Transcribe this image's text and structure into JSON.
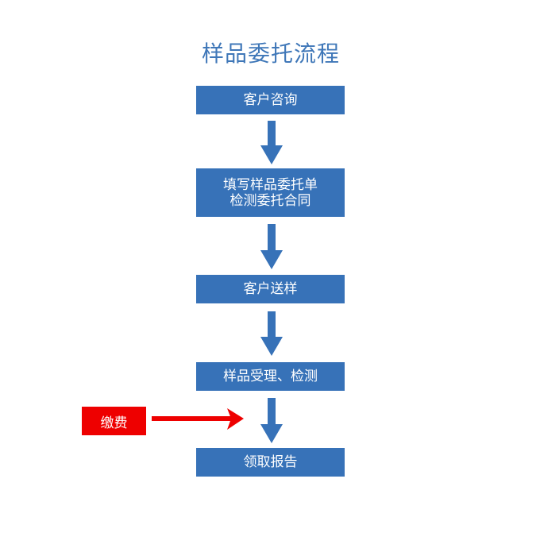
{
  "title": "样品委托流程",
  "steps": [
    {
      "lines": [
        "客户咨询"
      ]
    },
    {
      "lines": [
        "填写样品委托单",
        "检测委托合同"
      ]
    },
    {
      "lines": [
        "客户送样"
      ]
    },
    {
      "lines": [
        "样品受理、检测"
      ]
    },
    {
      "lines": [
        "领取报告"
      ]
    }
  ],
  "side_input": {
    "label": "缴费"
  },
  "colors": {
    "box": "#3772b8",
    "title": "#3f77b8",
    "fee": "#ee0000"
  }
}
